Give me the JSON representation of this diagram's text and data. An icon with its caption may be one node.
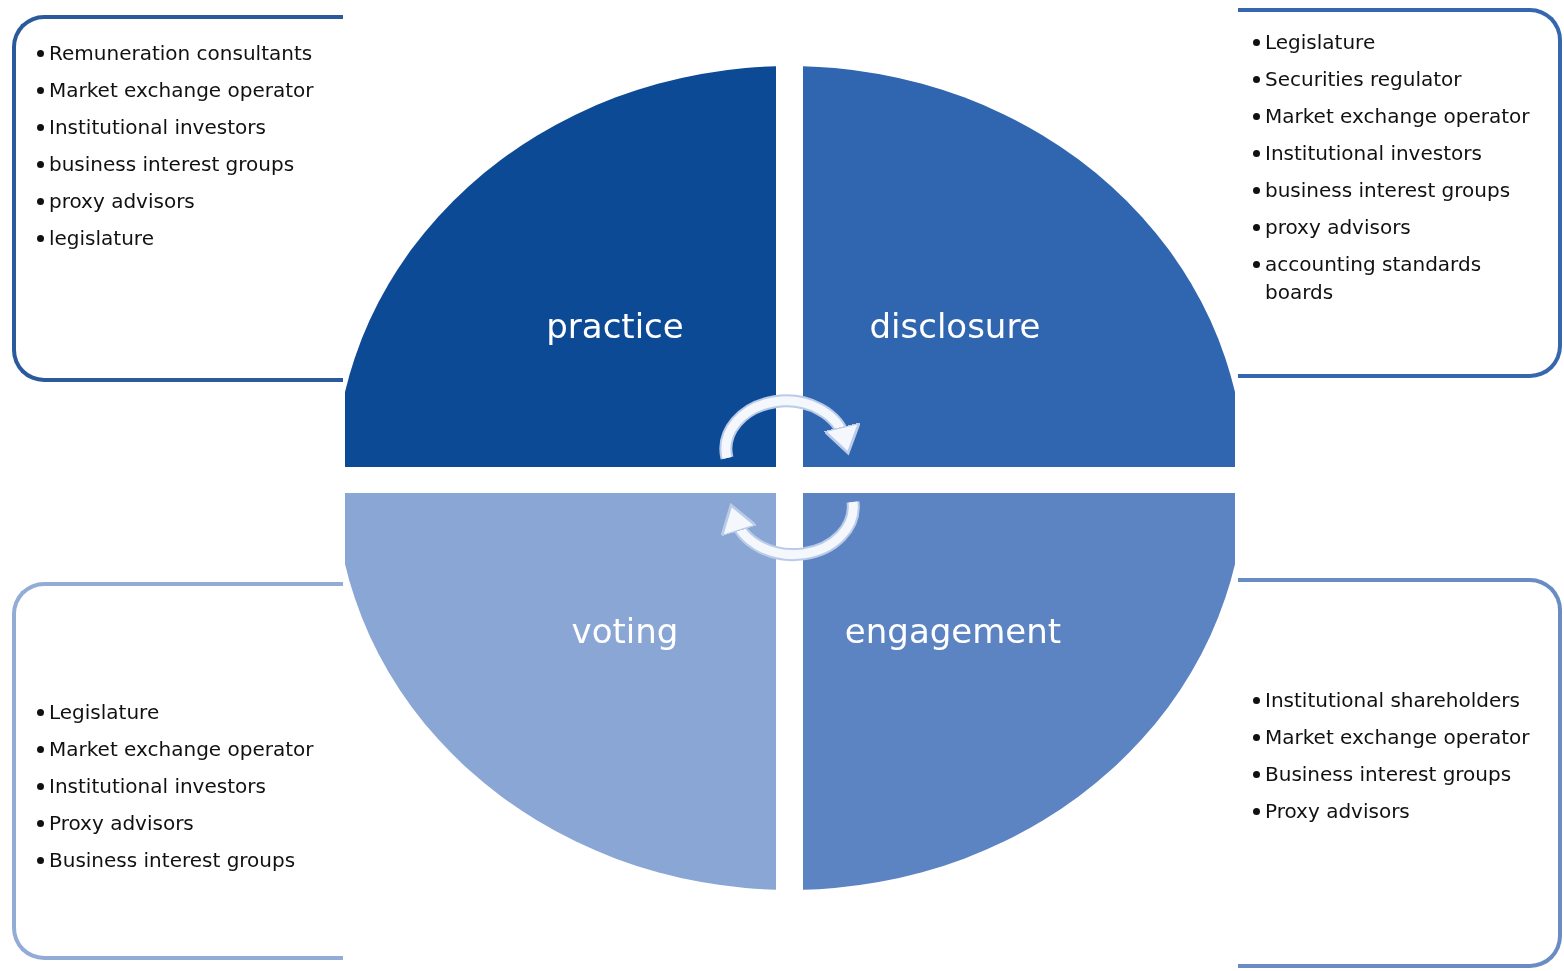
{
  "diagram": {
    "nodes": [
      {
        "text": [
          "Remuneration consultants",
          "Market exchange operator",
          "Institutional investors",
          "business interest groups",
          "proxy advisors",
          "legislature"
        ]
      },
      {
        "text": [
          "Legislature",
          "Securities regulator",
          "Market exchange operator",
          "Institutional investors",
          "business interest groups",
          "proxy advisors",
          "accounting standards boards"
        ]
      },
      {
        "text": [
          "practice"
        ]
      },
      {
        "text": [
          "disclosure"
        ]
      },
      {
        "text": [
          "voting"
        ]
      },
      {
        "text": [
          "engagement"
        ]
      },
      {
        "text": [
          "Legislature",
          "Market exchange operator",
          "Institutional investors",
          "Proxy advisors",
          "Business interest groups"
        ]
      },
      {
        "text": [
          "Institutional shareholders",
          "Market exchange operator",
          "Business interest groups",
          "Proxy advisors"
        ]
      }
    ]
  }
}
